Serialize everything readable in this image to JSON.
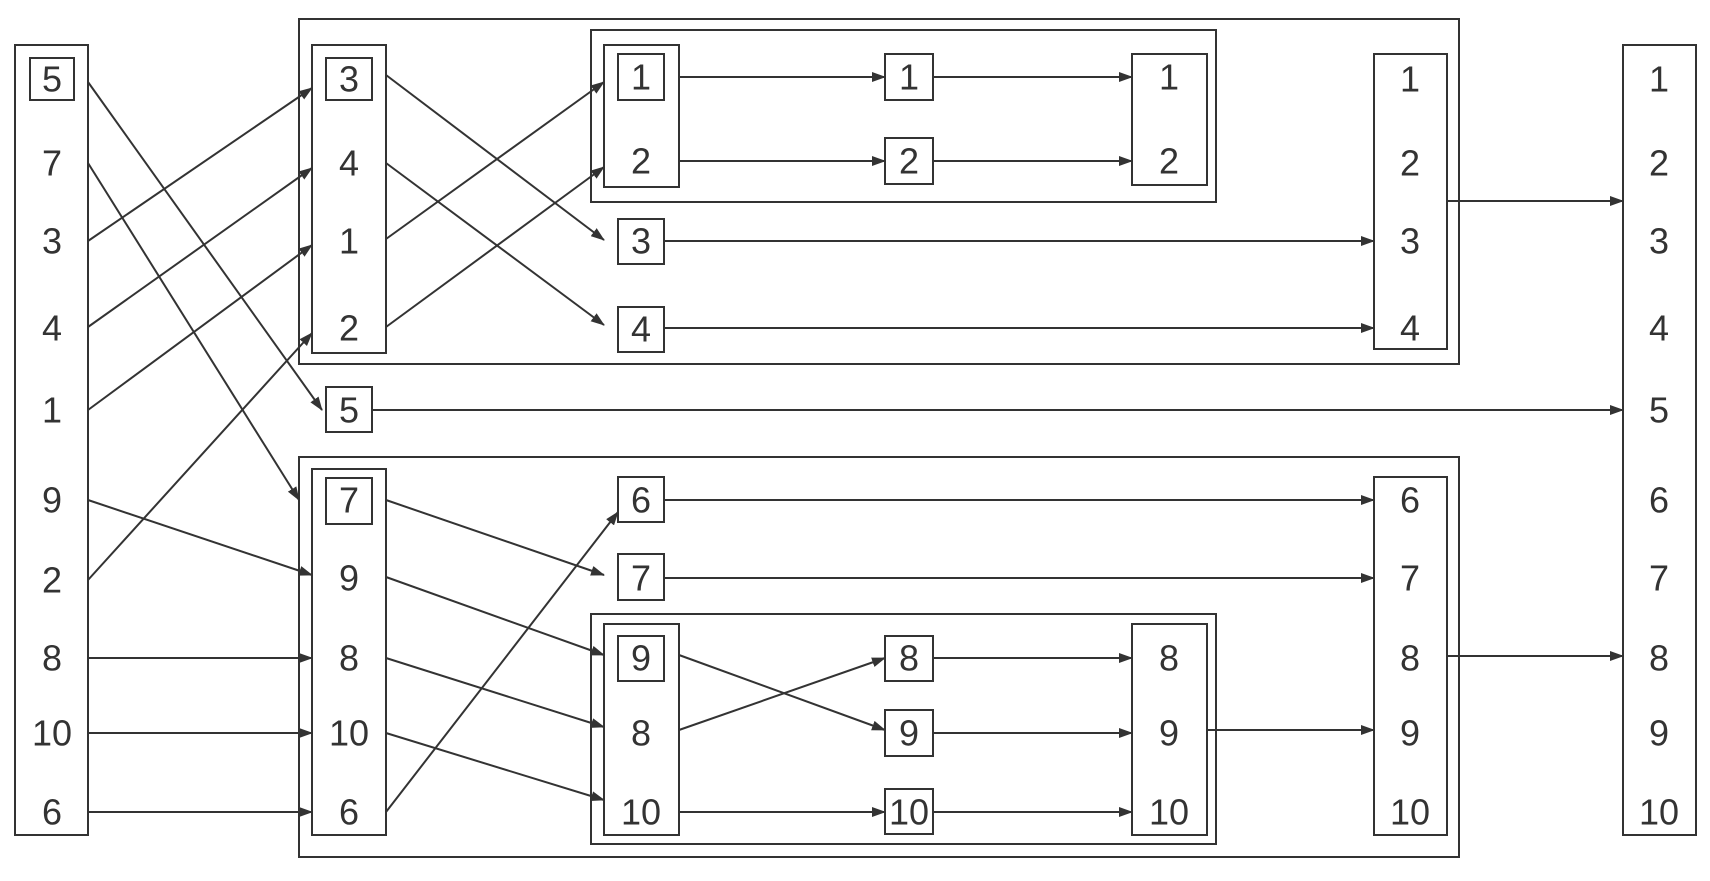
{
  "colors": {
    "stroke": "#333333",
    "background": "#ffffff"
  },
  "input_sequence": [
    "5",
    "7",
    "3",
    "4",
    "1",
    "9",
    "2",
    "8",
    "10",
    "6"
  ],
  "pivot_top": "5",
  "upper_partition": [
    "3",
    "4",
    "1",
    "2"
  ],
  "upper_sub_partition": [
    "1",
    "2"
  ],
  "upper_single_1": "1",
  "upper_single_2": "2",
  "upper_sub_sorted": [
    "1",
    "2"
  ],
  "upper_elements": [
    "3",
    "4"
  ],
  "upper_sorted": [
    "1",
    "2",
    "3",
    "4"
  ],
  "pivot_middle": "5",
  "lower_partition": [
    "7",
    "9",
    "8",
    "10",
    "6"
  ],
  "lower_elements": [
    "6",
    "7"
  ],
  "lower_sub_partition": [
    "9",
    "8",
    "10"
  ],
  "lower_sub_singles": [
    "8",
    "9",
    "10"
  ],
  "lower_sub_sorted": [
    "8",
    "9",
    "10"
  ],
  "lower_sorted": [
    "6",
    "7",
    "8",
    "9",
    "10"
  ],
  "final_sorted": [
    "1",
    "2",
    "3",
    "4",
    "5",
    "6",
    "7",
    "8",
    "9",
    "10"
  ]
}
